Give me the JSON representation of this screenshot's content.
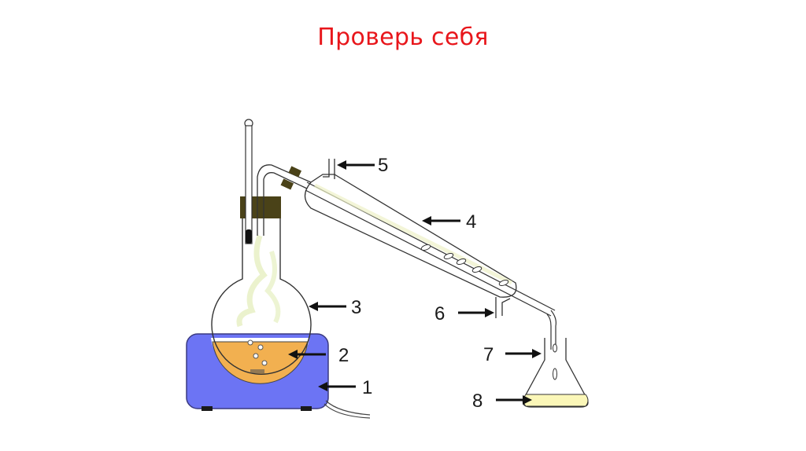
{
  "slide": {
    "title": "Проверь себя",
    "title_color": "#e8161b"
  },
  "diagram": {
    "description": "Distillation apparatus",
    "labels": [
      {
        "id": "1",
        "text": "1",
        "target": "heater"
      },
      {
        "id": "2",
        "text": "2",
        "target": "liquid-mixture"
      },
      {
        "id": "3",
        "text": "3",
        "target": "round-bottom-flask"
      },
      {
        "id": "4",
        "text": "4",
        "target": "condenser"
      },
      {
        "id": "5",
        "text": "5",
        "target": "water-outlet"
      },
      {
        "id": "6",
        "text": "6",
        "target": "water-inlet"
      },
      {
        "id": "7",
        "text": "7",
        "target": "receiver-flask"
      },
      {
        "id": "8",
        "text": "8",
        "target": "distillate"
      }
    ],
    "colors": {
      "heater": "#6c74f4",
      "liquid": "#f2b050",
      "distillate": "#fbf7b8",
      "stopper": "#4a4218",
      "outline": "#333333"
    }
  }
}
